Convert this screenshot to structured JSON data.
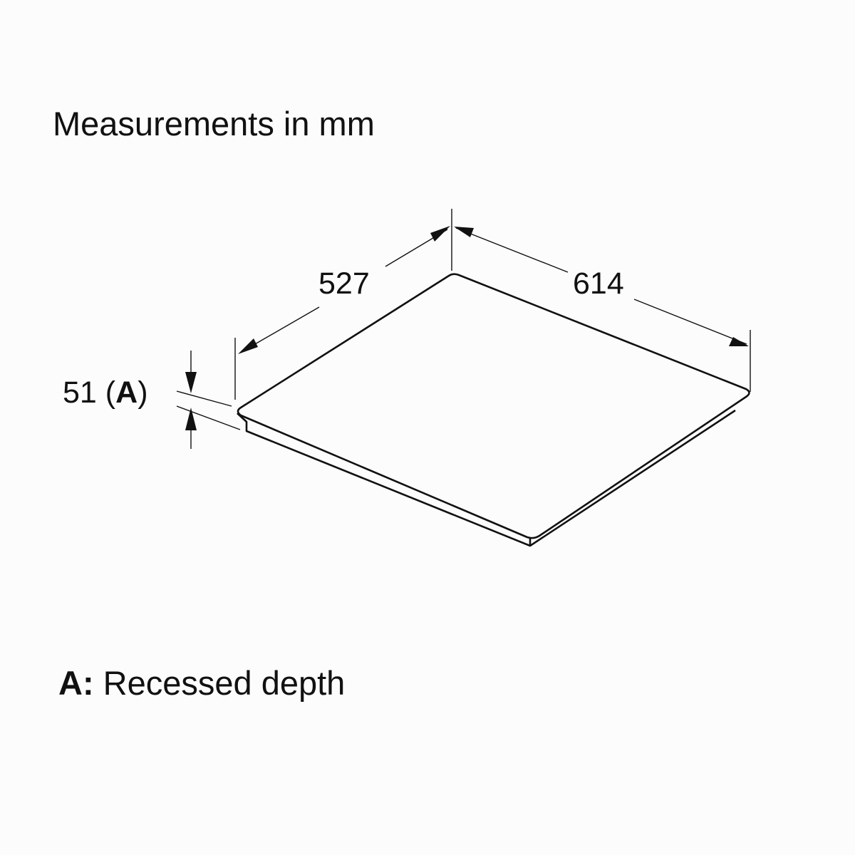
{
  "title": "Measurements in mm",
  "dimensions": {
    "width": "614",
    "depth": "527",
    "recessed_value": "51",
    "recessed_open": " (",
    "recessed_letter": "A",
    "recessed_close": ")"
  },
  "legend": {
    "key": "A:",
    "text": " Recessed depth"
  }
}
